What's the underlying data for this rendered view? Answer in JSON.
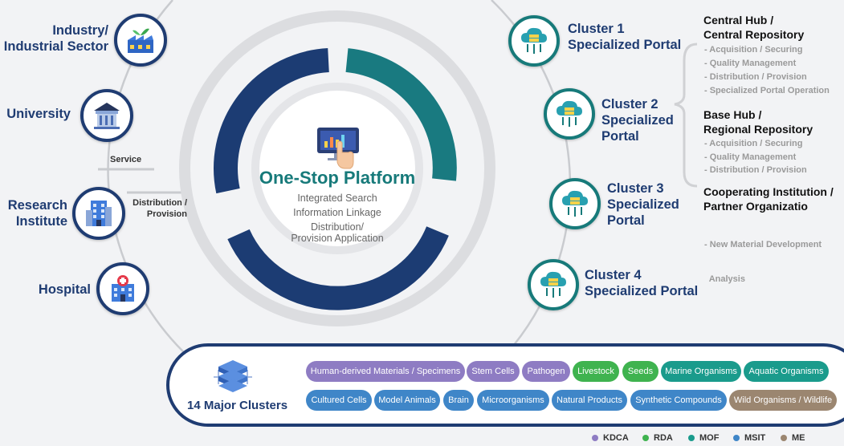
{
  "left_nodes": [
    {
      "label_lines": [
        "Industry/",
        "Industrial Sector"
      ],
      "icon": "factory-plant-icon"
    },
    {
      "label_lines": [
        "University"
      ],
      "icon": "university-icon"
    },
    {
      "label_lines": [
        "Research",
        "Institute"
      ],
      "icon": "building-icon"
    },
    {
      "label_lines": [
        "Hospital"
      ],
      "icon": "hospital-icon"
    }
  ],
  "flow_labels": {
    "service": "Service",
    "distribution_lines": [
      "Distribution /",
      "Provision"
    ]
  },
  "center": {
    "title": "One-Stop Platform",
    "lines": [
      "Integrated Search",
      "Information Linkage",
      "Distribution/",
      "Provision Application"
    ],
    "icon": "touch-monitor-icon"
  },
  "clusters": [
    {
      "lines": [
        "Cluster 1",
        "Specialized Portal"
      ],
      "icon": "cloud-server-icon"
    },
    {
      "lines": [
        "Cluster 2",
        "Specialized",
        "Portal"
      ],
      "icon": "cloud-server-icon"
    },
    {
      "lines": [
        "Cluster 3",
        "Specialized",
        "Portal"
      ],
      "icon": "cloud-server-icon"
    },
    {
      "lines": [
        "Cluster 4",
        "Specialized Portal"
      ],
      "icon": "cloud-server-icon"
    }
  ],
  "right_groups": [
    {
      "heading_lines": [
        "Central Hub /",
        "Central Repository"
      ],
      "items": [
        "- Acquisition / Securing",
        "- Quality Management",
        "- Distribution / Provision",
        "- Specialized Portal Operation"
      ]
    },
    {
      "heading_lines": [
        "Base Hub /",
        "Regional Repository"
      ],
      "items": [
        "- Acquisition / Securing",
        "- Quality Management",
        "- Distribution / Provision"
      ]
    },
    {
      "heading_lines": [
        "Cooperating Institution /",
        "Partner Organizatio"
      ],
      "items": [
        "- New Material Development",
        "  Analysis"
      ]
    }
  ],
  "clusters_box": {
    "title": "14 Major Clusters",
    "icon": "server-stack-icon",
    "row1": [
      {
        "label": "Human-derived Materials / Specimens",
        "org": "KDCA"
      },
      {
        "label": "Stem Cells",
        "org": "KDCA"
      },
      {
        "label": "Pathogen",
        "org": "KDCA"
      },
      {
        "label": "Livestock",
        "org": "RDA"
      },
      {
        "label": "Seeds",
        "org": "RDA"
      },
      {
        "label": "Marine Organisms",
        "org": "MOF"
      },
      {
        "label": "Aquatic Organisms",
        "org": "MOF"
      }
    ],
    "row2": [
      {
        "label": "Cultured Cells",
        "org": "MSIT"
      },
      {
        "label": "Model Animals",
        "org": "MSIT"
      },
      {
        "label": "Brain",
        "org": "MSIT"
      },
      {
        "label": "Microorganisms",
        "org": "MSIT"
      },
      {
        "label": "Natural Products",
        "org": "MSIT"
      },
      {
        "label": "Synthetic Compounds",
        "org": "MSIT"
      },
      {
        "label": "Wild Organisms / Wildlife",
        "org": "ME"
      }
    ]
  },
  "legend": [
    {
      "label": "KDCA",
      "color": "#8e7cc3"
    },
    {
      "label": "RDA",
      "color": "#3fb34f"
    },
    {
      "label": "MOF",
      "color": "#1a9b8c"
    },
    {
      "label": "MSIT",
      "color": "#3f86c8"
    },
    {
      "label": "ME",
      "color": "#9b8670"
    }
  ],
  "colors": {
    "navy": "#1f3c72",
    "teal": "#177a7a"
  }
}
